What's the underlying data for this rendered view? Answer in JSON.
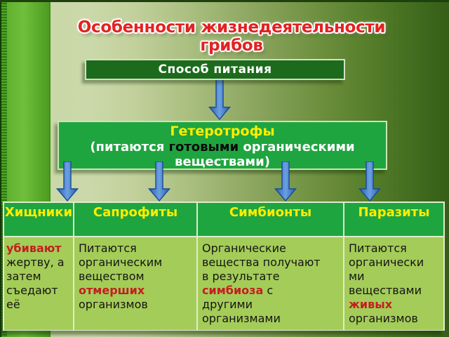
{
  "slide": {
    "title": "Особенности жизнедеятельности грибов"
  },
  "scheme": {
    "nutrition_label": "Способ питания",
    "heterotrophs_title": "Гетеротрофы",
    "heterotrophs_pre": "(питаются ",
    "heterotrophs_highlight": "готовыми",
    "heterotrophs_post": " органическими\nвеществами)"
  },
  "table": {
    "headers": [
      "Хищники",
      "Сапрофиты",
      "Симбионты",
      "Паразиты"
    ],
    "cells": [
      {
        "pre": "",
        "highlight": "убивают",
        "post": "\nжертву, а\nзатем\nсъедают её"
      },
      {
        "pre": "Питаются\nорганическим\nвеществом\n",
        "highlight": "отмерших",
        "post": "\nорганизмов"
      },
      {
        "pre": "Органические\nвещества получают\nв результате\n",
        "highlight": "симбиоза",
        "post": " с\nдругими\nорганизмами"
      },
      {
        "pre": "Питаются\nорганически\nми\nвеществами\n",
        "highlight": "живых",
        "post": "\nорганизмов"
      }
    ]
  },
  "colors": {
    "title_red": "#e32222",
    "dark_box_green": "#1c6b1c",
    "bright_green": "#1fa53f",
    "cell_light_green": "#a4cc58",
    "highlight_red": "#c21f1f",
    "header_yellow": "#ffed00",
    "arrow_blue": "#2f6ec4",
    "border_light": "#dfeccd"
  }
}
